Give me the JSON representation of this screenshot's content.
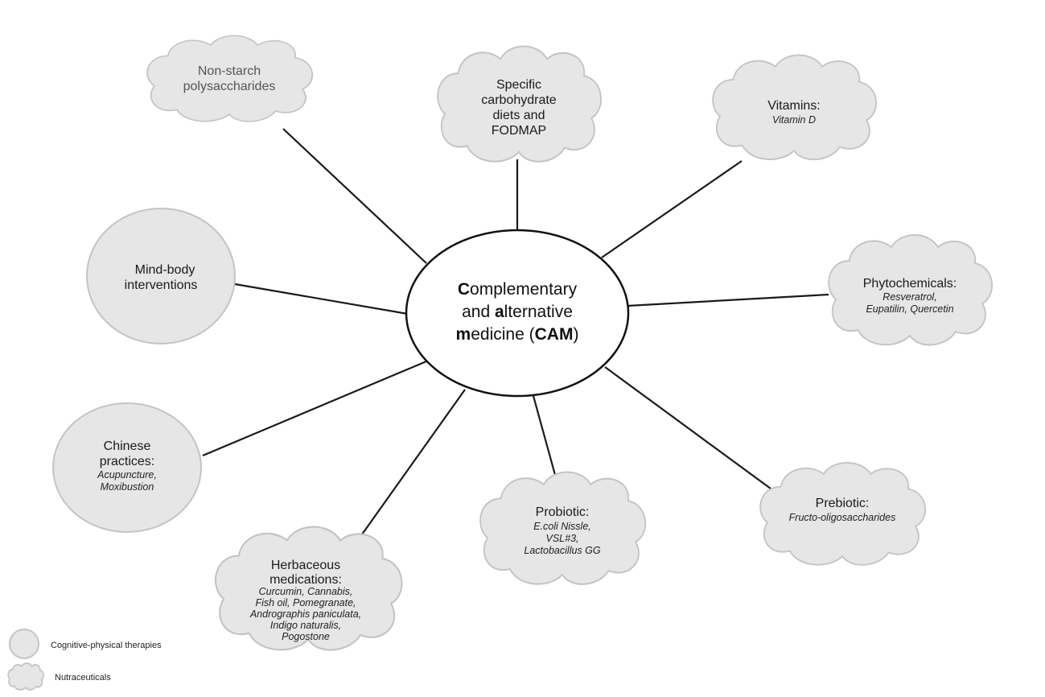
{
  "center": {
    "line1_cap": "C",
    "line1_rest": "omplementary",
    "line2_pre": "and ",
    "line2_cap": "a",
    "line2_rest": "lternative",
    "line3_cap": "m",
    "line3_mid": "edicine (",
    "line3_abbr": "CAM",
    "line3_end": ")"
  },
  "nodes": {
    "non_starch": {
      "title": [
        "Non-starch",
        "polysaccharides"
      ]
    },
    "specific_carb": {
      "title": [
        "Specific",
        "carbohydrate",
        "diets and",
        "FODMAP"
      ]
    },
    "vitamins": {
      "title": [
        "Vitamins:"
      ],
      "items": [
        "Vitamin D"
      ]
    },
    "mind_body": {
      "title": [
        "Mind-body",
        "interventions"
      ]
    },
    "phytochemicals": {
      "title": [
        "Phytochemicals:"
      ],
      "items": [
        "Resveratrol,",
        "Eupatilin, Quercetin"
      ]
    },
    "chinese": {
      "title": [
        "Chinese",
        "practices:"
      ],
      "items": [
        "Acupuncture,",
        "Moxibustion"
      ]
    },
    "herbaceous": {
      "title": [
        "Herbaceous",
        "medications:"
      ],
      "items": [
        "Curcumin, Cannabis,",
        "Fish oil, Pomegranate,",
        "Andrographis paniculata,",
        "Indigo naturalis,",
        "Pogostone"
      ]
    },
    "probiotic": {
      "title": [
        "Probiotic:"
      ],
      "items": [
        "E.coli Nissle,",
        "VSL#3,",
        "Lactobacillus GG"
      ]
    },
    "prebiotic": {
      "title": [
        "Prebiotic:"
      ],
      "items": [
        "Fructo-oligosaccharides"
      ]
    }
  },
  "legend": {
    "cognitive": "Cognitive-physical therapies",
    "nutraceuticals": "Nutraceuticals"
  },
  "colors": {
    "bubble_fill": "#e6e6e6",
    "bubble_stroke": "#c4c4c4",
    "line": "#1a1a1a"
  }
}
